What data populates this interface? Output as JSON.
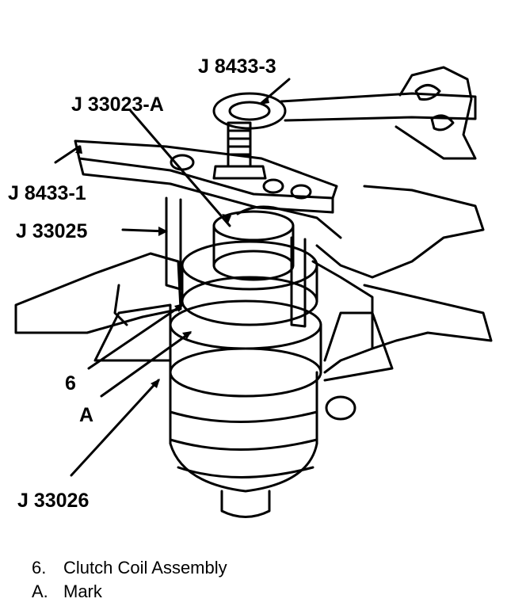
{
  "callouts": {
    "j8433_3": "J 8433-3",
    "j33023a": "J 33023-A",
    "j8433_1": "J 8433-1",
    "j33025": "J 33025",
    "item6": "6",
    "itemA": "A",
    "j33026": "J 33026"
  },
  "legend": [
    {
      "key": "6.",
      "text": "Clutch Coil Assembly"
    },
    {
      "key": "A.",
      "text": "Mark"
    }
  ]
}
